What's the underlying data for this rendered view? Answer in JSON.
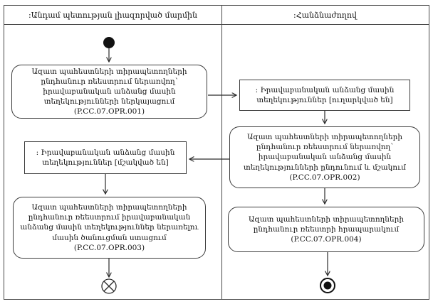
{
  "diagram": {
    "lanes": [
      {
        "title": ":Անդամ պետության լիազորված մարմին"
      },
      {
        "title": ":Հանձնաժողով"
      }
    ],
    "nodes": {
      "action_opr001": "Ազատ պահեստների տիրապետողների ընդհանուր ռեեստրում ներառվող՝ իրավաբանական անձանց մասին տեղեկությունների ներկայացում (P.CC.07.OPR.001)",
      "object_info_sent": ": Իրավաբանական անձանց մասին տեղեկություններ [ուղարկված են]",
      "action_opr002": "Ազատ պահեստների տիրապետողների ընդհանուր ռեեստրում ներառվող՝ իրավաբանական անձանց մասին տեղեկությունների ընդունում և մշակում (P.CC.07.OPR.002)",
      "object_info_processed": ": Իրավաբանական անձանց մասին տեղեկություններ [մշակված են]",
      "action_opr003": "Ազատ պահեստների տիրապետողների ընդհանուր ռեեստրում իրավաբանական անձանց մասին տեղեկություններ ներառելու մասին ծանուցման ստացում (P.CC.07.OPR.003)",
      "action_opr004": "Ազատ պահեստների տիրապետողների ընդհանուր ռեեստրի հրապարակում (P.CC.07.OPR.004)"
    },
    "colors": {
      "line": "#3c3c3c",
      "background": "#ffffff",
      "text": "#141414"
    }
  }
}
